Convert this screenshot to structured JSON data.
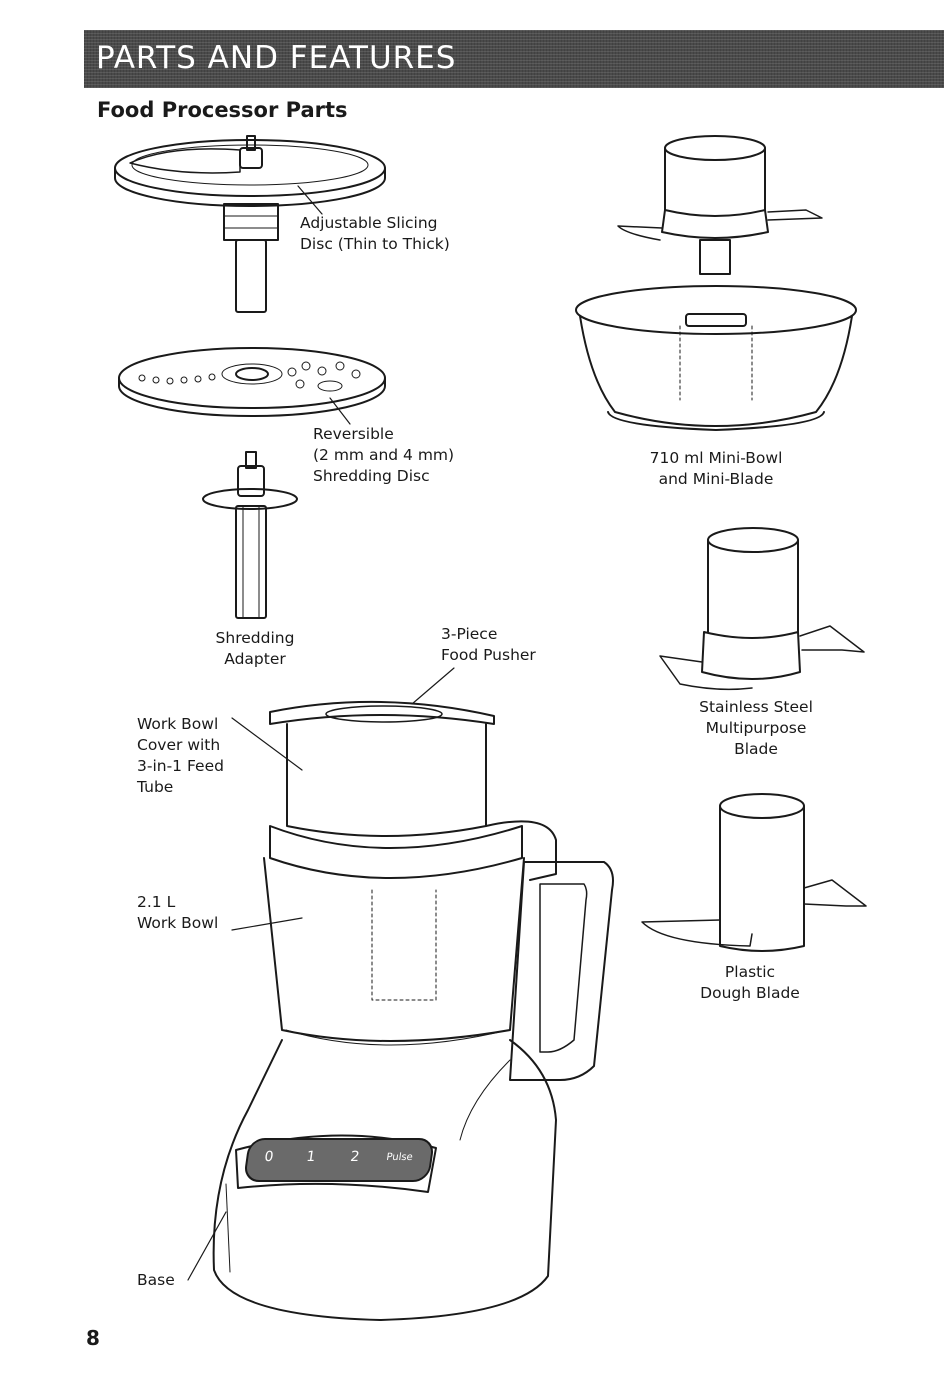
{
  "header": {
    "banner_title": "PARTS AND FEATURES",
    "section_title": "Food Processor Parts"
  },
  "labels": {
    "slicing_disc": [
      "Adjustable Slicing",
      "Disc (Thin to Thick)"
    ],
    "shredding_disc": [
      "Reversible",
      "(2 mm and 4 mm)",
      "Shredding Disc"
    ],
    "shredding_adapter": [
      "Shredding",
      "Adapter"
    ],
    "food_pusher": [
      "3-Piece",
      "Food Pusher"
    ],
    "work_bowl_cover": [
      "Work Bowl",
      "Cover with",
      "3-in-1 Feed",
      "Tube"
    ],
    "work_bowl": [
      "2.1 L",
      "Work Bowl"
    ],
    "base": [
      "Base"
    ],
    "mini_bowl": [
      "710 ml Mini-Bowl",
      "and Mini-Blade"
    ],
    "multipurpose_blade": [
      "Stainless Steel",
      "Multipurpose",
      "Blade"
    ],
    "dough_blade": [
      "Plastic",
      "Dough Blade"
    ]
  },
  "control_panel": {
    "speed_labels": [
      "0",
      "1",
      "2",
      "Pulse"
    ]
  },
  "footer": {
    "page_number": "8"
  },
  "colors": {
    "banner": "#4a4a4a",
    "text": "#1a1a1a",
    "line": "#1a1a1a"
  }
}
